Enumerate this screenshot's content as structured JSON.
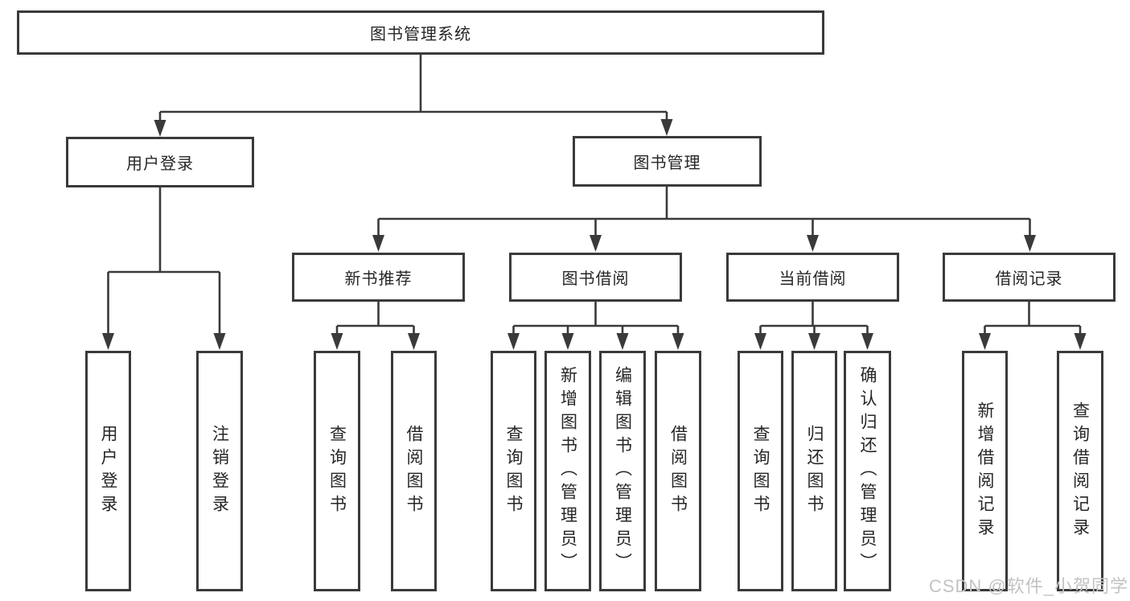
{
  "tree": {
    "label": "图书管理系统",
    "children": [
      {
        "label": "用户登录",
        "children": [
          {
            "label": "用户登录"
          },
          {
            "label": "注销登录"
          }
        ]
      },
      {
        "label": "图书管理",
        "children": [
          {
            "label": "新书推荐",
            "children": [
              {
                "label": "查询图书"
              },
              {
                "label": "借阅图书"
              }
            ]
          },
          {
            "label": "图书借阅",
            "children": [
              {
                "label": "查询图书"
              },
              {
                "label": "新增图书（管理员）"
              },
              {
                "label": "编辑图书（管理员）"
              },
              {
                "label": "借阅图书"
              }
            ]
          },
          {
            "label": "当前借阅",
            "children": [
              {
                "label": "查询图书"
              },
              {
                "label": "归还图书"
              },
              {
                "label": "确认归还（管理员）"
              }
            ]
          },
          {
            "label": "借阅记录",
            "children": [
              {
                "label": "新增借阅记录"
              },
              {
                "label": "查询借阅记录"
              }
            ]
          }
        ]
      }
    ]
  },
  "watermark": {
    "text": "CSDN @软件_小贺同学"
  },
  "colors": {
    "line": "#3a3a3a",
    "text": "#262626",
    "background": "#ffffff",
    "watermark": "#c3c3c3"
  }
}
